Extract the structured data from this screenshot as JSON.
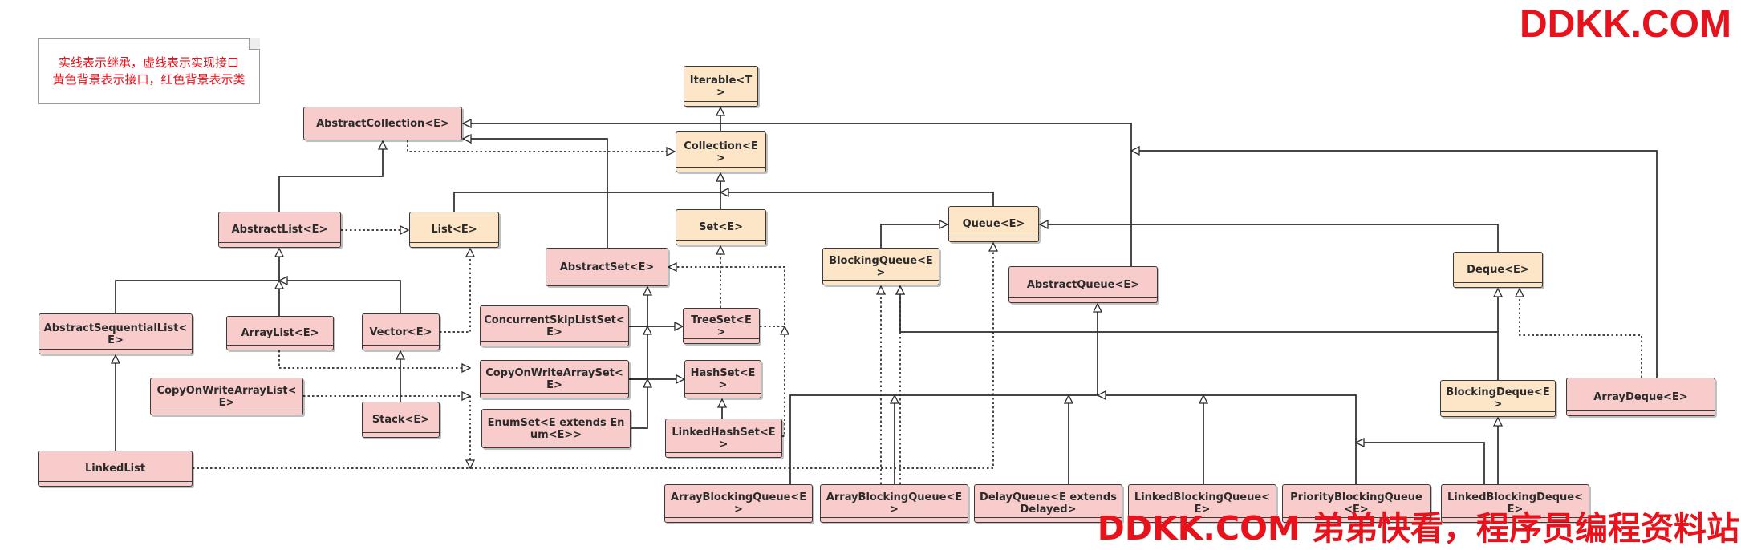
{
  "note": {
    "line1": "实线表示继承，虚线表示实现接口",
    "line2": "黄色背景表示接口，红色背景表示类"
  },
  "watermark": {
    "top": "DDKK.COM",
    "bottom": "DDKK.COM 弟弟快看，程序员编程资料站"
  },
  "colors": {
    "class_fill": "#f9cccc",
    "interface_fill": "#fde5c8",
    "line": "#2b2b2b",
    "brand_red": "#e8121d"
  },
  "nodes": [
    {
      "id": "iterable",
      "label": "Iterable<T>",
      "kind": "interface"
    },
    {
      "id": "collection",
      "label": "Collection<E>",
      "kind": "interface"
    },
    {
      "id": "abstract-collection",
      "label": "AbstractCollection<E>",
      "kind": "class"
    },
    {
      "id": "abstract-list",
      "label": "AbstractList<E>",
      "kind": "class"
    },
    {
      "id": "list",
      "label": "List<E>",
      "kind": "interface"
    },
    {
      "id": "set",
      "label": "Set<E>",
      "kind": "interface"
    },
    {
      "id": "queue",
      "label": "Queue<E>",
      "kind": "interface"
    },
    {
      "id": "blocking-queue",
      "label": "BlockingQueue<E>",
      "kind": "interface"
    },
    {
      "id": "abstract-set",
      "label": "AbstractSet<E>",
      "kind": "class"
    },
    {
      "id": "abstract-queue",
      "label": "AbstractQueue<E>",
      "kind": "class"
    },
    {
      "id": "deque",
      "label": "Deque<E>",
      "kind": "interface"
    },
    {
      "id": "abstract-sequential-list",
      "label": "AbstractSequentialList<E>",
      "kind": "class"
    },
    {
      "id": "array-list",
      "label": "ArrayList<E>",
      "kind": "class"
    },
    {
      "id": "vector",
      "label": "Vector<E>",
      "kind": "class"
    },
    {
      "id": "concurrent-skip-list-set",
      "label": "ConcurrentSkipListSet<E>",
      "kind": "class"
    },
    {
      "id": "tree-set",
      "label": "TreeSet<E>",
      "kind": "class"
    },
    {
      "id": "copy-on-write-array-set",
      "label": "CopyOnWriteArraySet<E>",
      "kind": "class"
    },
    {
      "id": "hash-set",
      "label": "HashSet<E>",
      "kind": "class"
    },
    {
      "id": "copy-on-write-array-list",
      "label": "CopyOnWriteArrayList<E>",
      "kind": "class"
    },
    {
      "id": "stack",
      "label": "Stack<E>",
      "kind": "class"
    },
    {
      "id": "enum-set",
      "label": "EnumSet<E extends Enum<E>>",
      "kind": "class"
    },
    {
      "id": "linked-hash-set",
      "label": "LinkedHashSet<E>",
      "kind": "class"
    },
    {
      "id": "blocking-deque",
      "label": "BlockingDeque<E>",
      "kind": "interface"
    },
    {
      "id": "array-deque",
      "label": "ArrayDeque<E>",
      "kind": "class"
    },
    {
      "id": "linked-list",
      "label": "LinkedList",
      "kind": "class"
    },
    {
      "id": "array-blocking-queue-1",
      "label": "ArrayBlockingQueue<E>",
      "kind": "class"
    },
    {
      "id": "array-blocking-queue-2",
      "label": "ArrayBlockingQueue<E>",
      "kind": "class"
    },
    {
      "id": "delay-queue",
      "label": "DelayQueue<E extends Delayed>",
      "kind": "class"
    },
    {
      "id": "linked-blocking-queue",
      "label": "LinkedBlockingQueue<E>",
      "kind": "class"
    },
    {
      "id": "priority-blocking-queue",
      "label": "PriorityBlockingQueue<E>",
      "kind": "class"
    },
    {
      "id": "linked-blocking-deque",
      "label": "LinkedBlockingDeque<E>",
      "kind": "class"
    }
  ]
}
